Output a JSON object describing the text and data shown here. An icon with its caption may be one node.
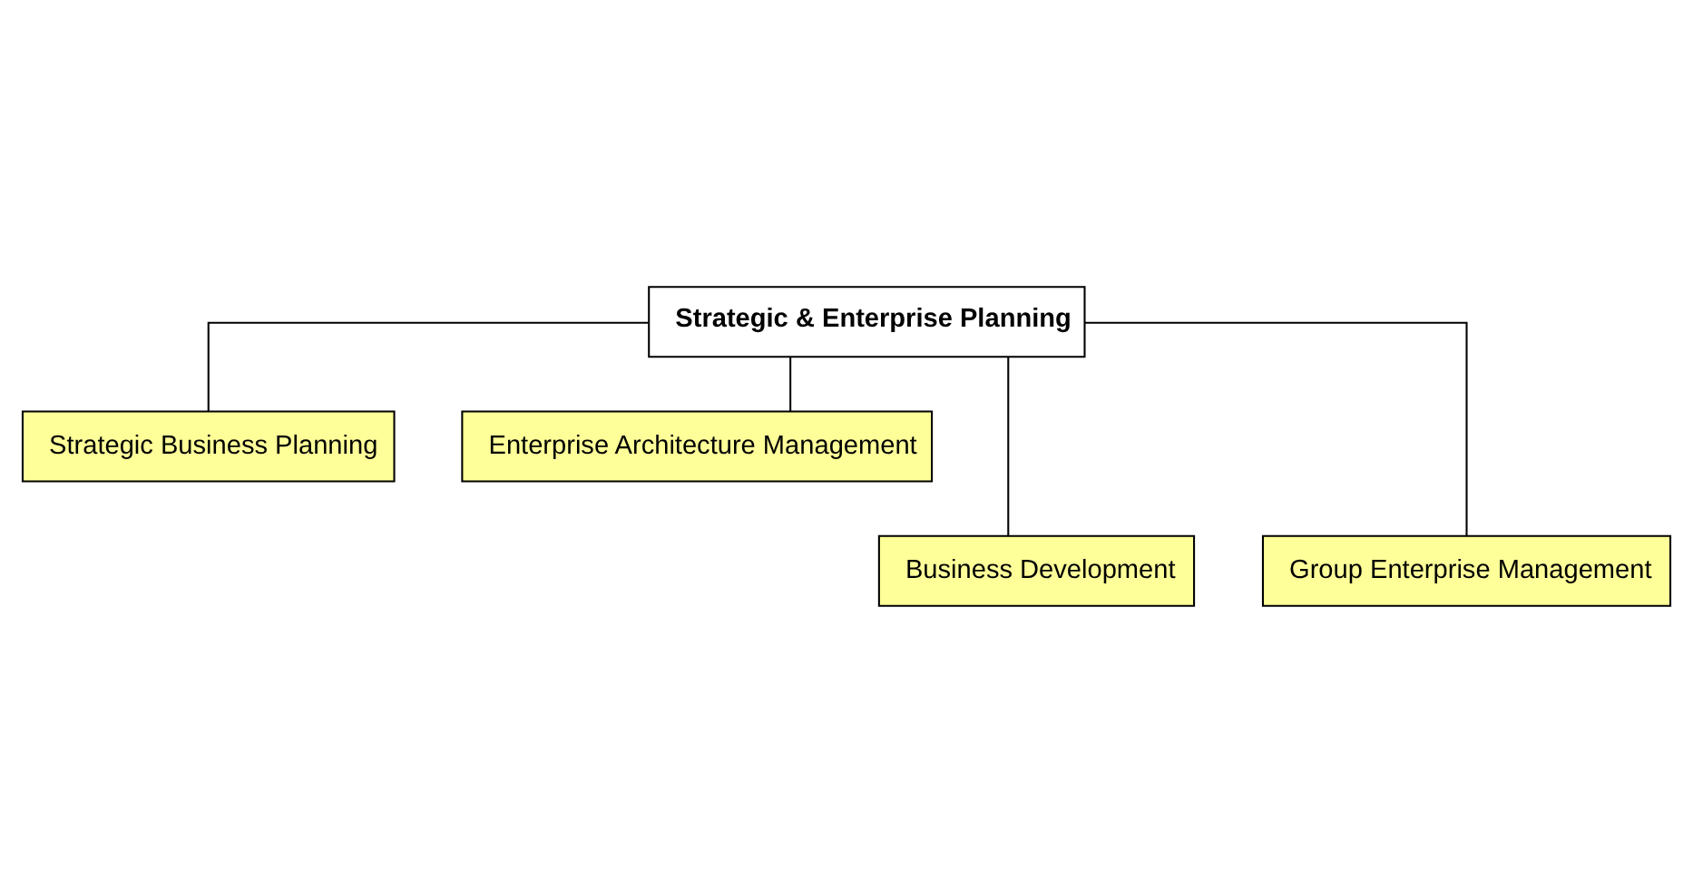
{
  "diagram": {
    "nodes": [
      {
        "text": [
          "Strategic & Enterprise Planning"
        ]
      },
      {
        "text": [
          "Strategic Business Planning"
        ]
      },
      {
        "text": [
          "Enterprise Architecture Management"
        ]
      },
      {
        "text": [
          "Business Development"
        ]
      },
      {
        "text": [
          "Group Enterprise Management"
        ]
      }
    ],
    "edges": [
      {
        "from": 0,
        "to": 1,
        "arrow": "none"
      },
      {
        "from": 0,
        "to": 3,
        "arrow": "none"
      },
      {
        "from": 0,
        "to": 2,
        "arrow": "none"
      },
      {
        "from": 0,
        "to": 4,
        "arrow": "none"
      }
    ]
  }
}
